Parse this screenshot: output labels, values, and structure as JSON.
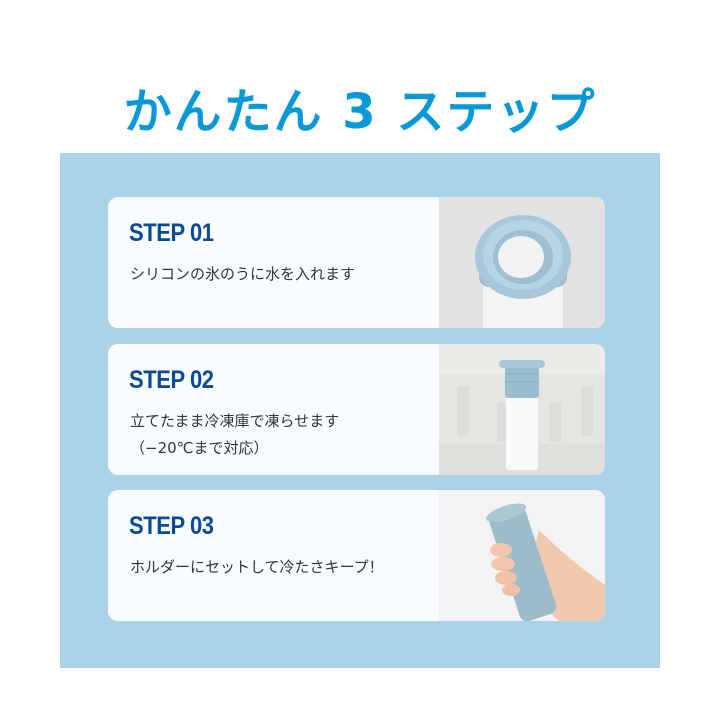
{
  "header": {
    "title": "かんたん 3 ステップ"
  },
  "colors": {
    "title": "#0898d8",
    "panel_bg": "#abd3e8",
    "card_bg": "#f9fcfe",
    "step_label": "#0a4a94",
    "desc_text": "#333333",
    "product_blue": "#9cc0d4"
  },
  "steps": [
    {
      "label": "STEP 01",
      "description": [
        "シリコンの氷のうに水を入れます"
      ],
      "image": "silicone-ice-pack-top-view"
    },
    {
      "label": "STEP 02",
      "description": [
        "立てたまま冷凍庫で凍らせます",
        "（−20℃まで対応）"
      ],
      "image": "ice-pack-standing-in-freezer"
    },
    {
      "label": "STEP 03",
      "description": [
        "ホルダーにセットして冷たさキープ！"
      ],
      "image": "hand-holding-holder"
    }
  ]
}
